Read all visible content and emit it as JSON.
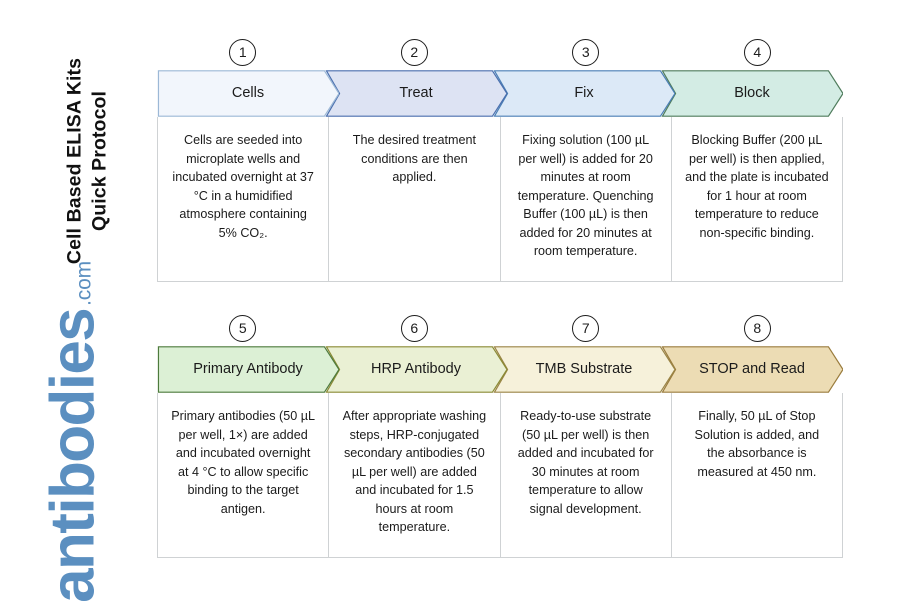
{
  "document": {
    "title_line_1": "Cell Based ELISA Kits",
    "title_line_2": "Quick Protocol"
  },
  "logo": {
    "word": "antibodies",
    "tld": ".com",
    "color": "#5b8fc0"
  },
  "palette": {
    "step_1_fill": "#f2f6fc",
    "step_1_stroke": "#9cb8d6",
    "step_2_fill": "#dde3f3",
    "step_2_stroke": "#4a6fae",
    "step_3_fill": "#dce9f7",
    "step_3_stroke": "#4a7fb5",
    "step_4_fill": "#d3ece4",
    "step_4_stroke": "#4f7c5c",
    "step_5_fill": "#dcf0d5",
    "step_5_stroke": "#4d7a3c",
    "step_6_fill": "#eaf0d4",
    "step_6_stroke": "#8a8a33",
    "step_7_fill": "#f6f1da",
    "step_7_stroke": "#9a8445",
    "step_8_fill": "#ecdcb4",
    "step_8_stroke": "#9a7c3d",
    "box_border": "#cfd2d4",
    "badge_stroke": "#1d1d1d",
    "text": "#1b1b1b"
  },
  "rows": [
    {
      "id": "row-1",
      "steps": [
        {
          "number": "1",
          "label": "Cells",
          "body": "Cells are seeded into microplate wells and incubated overnight at 37 °C in a humidified atmosphere containing 5% CO₂.",
          "fill": "#f2f6fc",
          "stroke": "#9cb8d6"
        },
        {
          "number": "2",
          "label": "Treat",
          "body": "The desired treatment conditions are then applied.",
          "fill": "#dde3f3",
          "stroke": "#4a6fae"
        },
        {
          "number": "3",
          "label": "Fix",
          "body": "Fixing solution (100 µL per well) is added for 20 minutes at room temperature. Quenching Buffer (100 µL) is then added for 20 minutes at room temperature.",
          "fill": "#dce9f7",
          "stroke": "#4a7fb5"
        },
        {
          "number": "4",
          "label": "Block",
          "body": "Blocking Buffer (200 µL per well) is then applied, and the plate is incubated for 1 hour at room temperature to reduce non-specific binding.",
          "fill": "#d3ece4",
          "stroke": "#4f7c5c"
        }
      ]
    },
    {
      "id": "row-2",
      "steps": [
        {
          "number": "5",
          "label": "Primary Antibody",
          "body": "Primary antibodies (50 µL per well, 1×) are added and incubated overnight at 4 °C to allow specific binding to the target antigen.",
          "fill": "#dcf0d5",
          "stroke": "#4d7a3c"
        },
        {
          "number": "6",
          "label": "HRP Antibody",
          "body": "After appropriate washing steps, HRP-conjugated secondary antibodies (50 µL per well) are added and incubated for 1.5 hours at room temperature.",
          "fill": "#eaf0d4",
          "stroke": "#8a8a33"
        },
        {
          "number": "7",
          "label": "TMB Substrate",
          "body": "Ready-to-use substrate (50 µL per well) is then added and incubated for 30 minutes at room temperature to allow signal development.",
          "fill": "#f6f1da",
          "stroke": "#9a8445"
        },
        {
          "number": "8",
          "label": "STOP and Read",
          "body": "Finally, 50 µL of Stop Solution is added, and the absorbance is measured at 450 nm.",
          "fill": "#ecdcb4",
          "stroke": "#9a7c3d"
        }
      ]
    }
  ]
}
